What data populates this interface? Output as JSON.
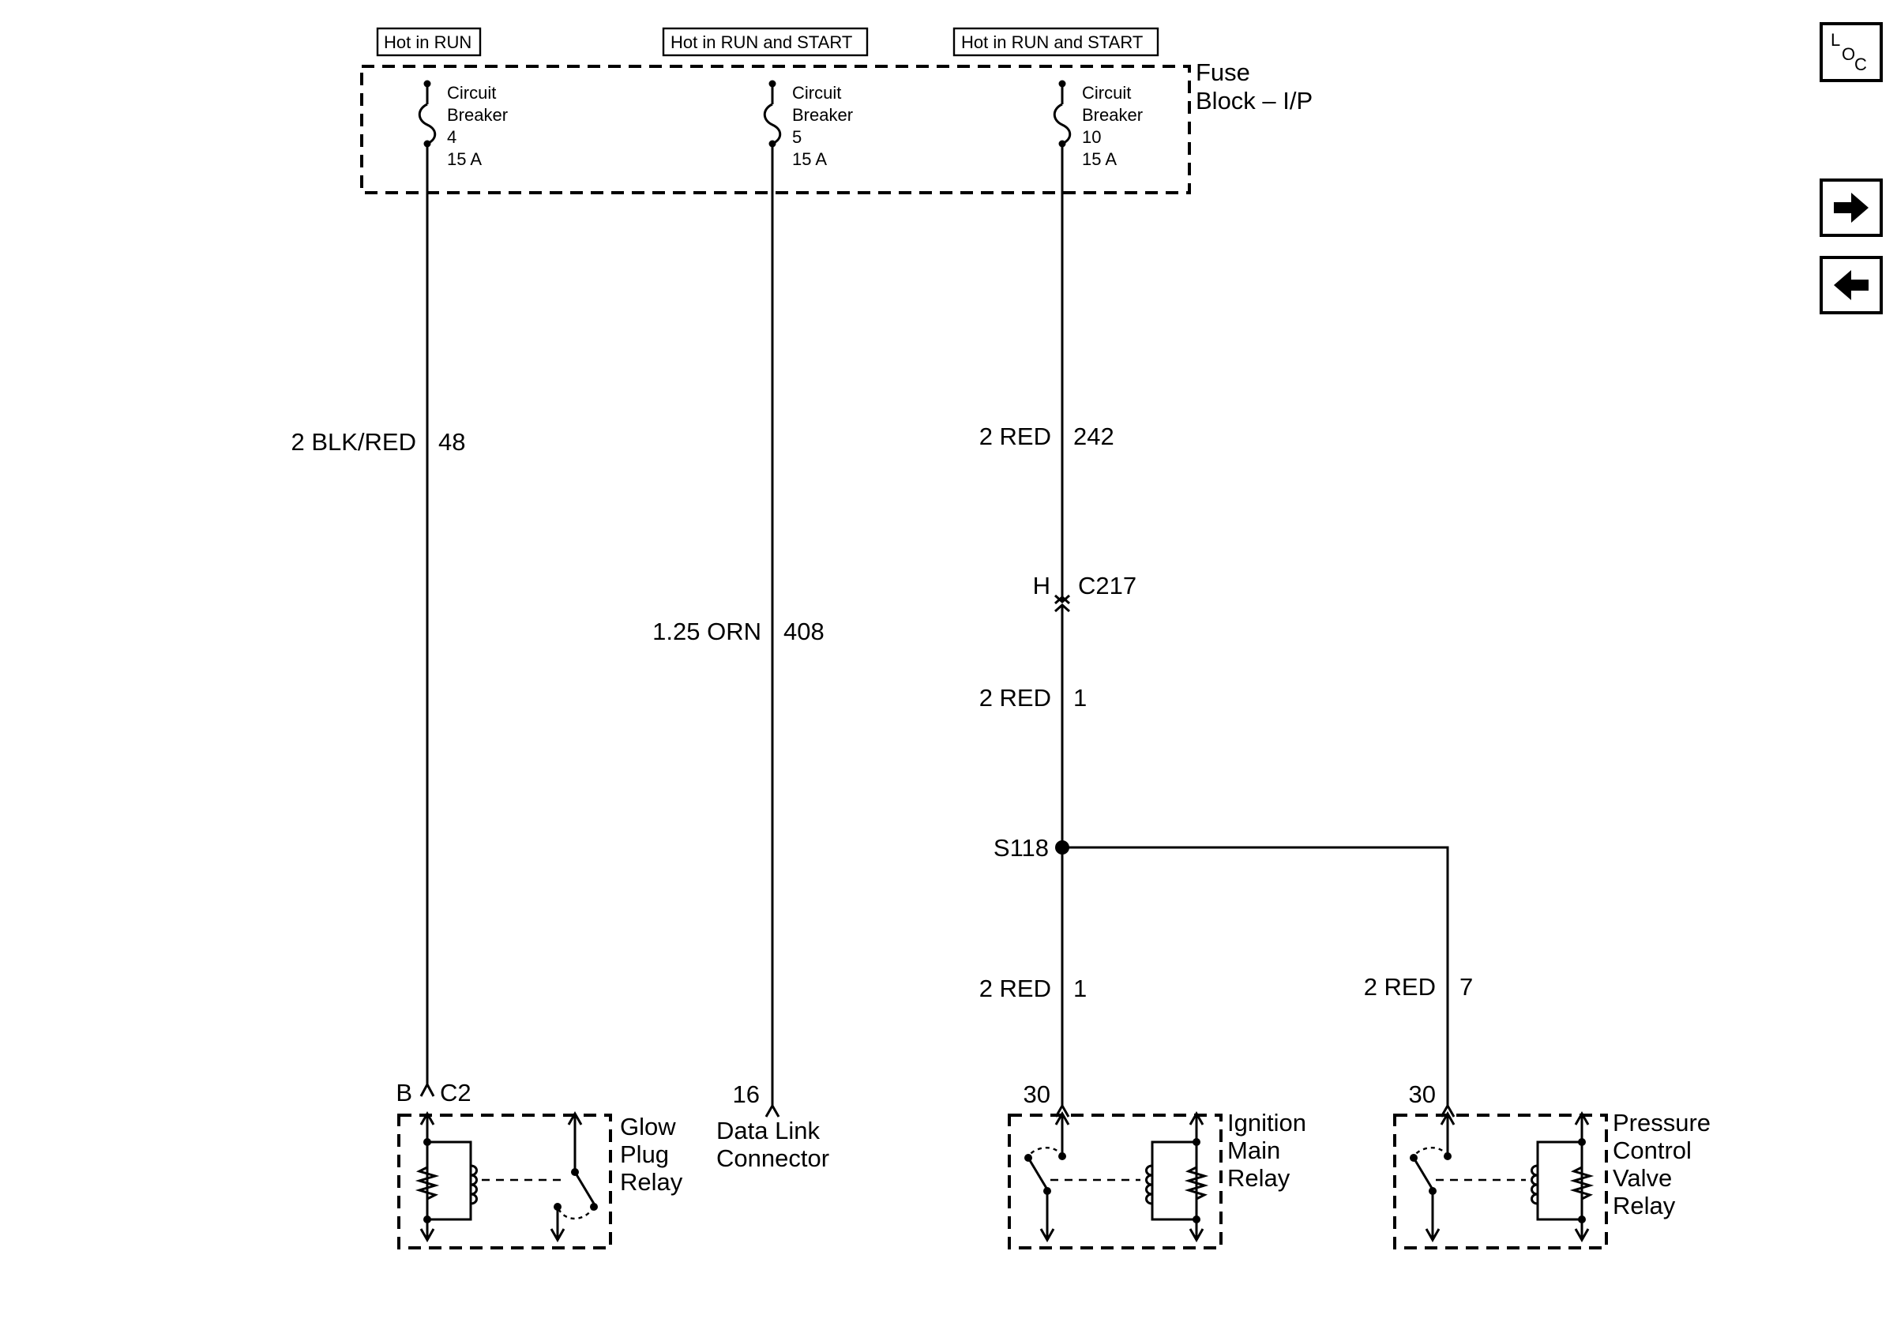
{
  "power_labels": {
    "cb4": "Hot in RUN",
    "cb5": "Hot in RUN and START",
    "cb10": "Hot in RUN and START"
  },
  "fuse_block": {
    "line1": "Fuse",
    "line2": "Block – I/P"
  },
  "breakers": [
    {
      "line1": "Circuit",
      "line2": "Breaker",
      "number": "4",
      "rating": "15 A"
    },
    {
      "line1": "Circuit",
      "line2": "Breaker",
      "number": "5",
      "rating": "15 A"
    },
    {
      "line1": "Circuit",
      "line2": "Breaker",
      "number": "10",
      "rating": "15 A"
    }
  ],
  "wires": {
    "w48": {
      "color": "2 BLK/RED",
      "circuit": "48"
    },
    "w408": {
      "color": "1.25 ORN",
      "circuit": "408"
    },
    "w242": {
      "color": "2 RED",
      "circuit": "242"
    },
    "w1a": {
      "color": "2 RED",
      "circuit": "1"
    },
    "w1b": {
      "color": "2 RED",
      "circuit": "1"
    },
    "w7": {
      "color": "2 RED",
      "circuit": "7"
    }
  },
  "connectors": {
    "c217": {
      "pin": "H",
      "name": "C217"
    },
    "c2": {
      "pin": "B",
      "name": "C2"
    }
  },
  "splice": "S118",
  "components": {
    "glow_plug_relay": {
      "line1": "Glow",
      "line2": "Plug",
      "line3": "Relay"
    },
    "data_link": {
      "pin": "16",
      "line1": "Data Link",
      "line2": "Connector"
    },
    "ignition_main_relay": {
      "pin": "30",
      "line1": "Ignition",
      "line2": "Main",
      "line3": "Relay"
    },
    "pressure_control_relay": {
      "pin": "30",
      "line1": "Pressure",
      "line2": "Control",
      "line3": "Valve",
      "line4": "Relay"
    }
  },
  "nav": {
    "loc_l": "L",
    "loc_o": "O",
    "loc_c": "C",
    "next_icon": "arrow-right-icon",
    "prev_icon": "arrow-left-icon"
  }
}
